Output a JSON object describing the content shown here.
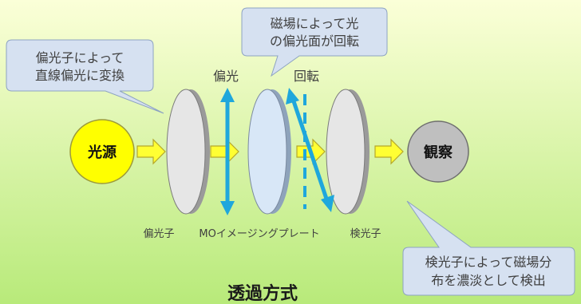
{
  "callouts": {
    "polarizer": [
      "偏光子によって",
      "直線偏光に変換"
    ],
    "mo_plate": [
      "磁場によって光",
      "の偏光面が回転"
    ],
    "analyzer": [
      "検光子によって磁場分",
      "布を濃淡として検出"
    ]
  },
  "nodes": {
    "source": "光源",
    "observe": "観察"
  },
  "beam_labels": {
    "polarized": "偏光",
    "rotation": "回転"
  },
  "component_labels": {
    "polarizer": "偏光子",
    "mo_plate": "MOイメージングプレート",
    "analyzer": "検光子"
  },
  "title": "透過方式",
  "colors": {
    "background_top": "#fbffd8",
    "background_bottom": "#b8ea7a",
    "callout_fill": "#d6e1f1",
    "callout_stroke": "#8da3c2",
    "source_fill": "#ffff00",
    "observe_fill": "#bfbfbf",
    "arrow_fill": "#ffff33",
    "arrow_stroke": "#b5a72a",
    "polarizer_fill": "#e6e6e6",
    "mo_plate_fill": "#d8e7f7",
    "polarization_line": "#1fa7dc",
    "text": "#404040"
  }
}
